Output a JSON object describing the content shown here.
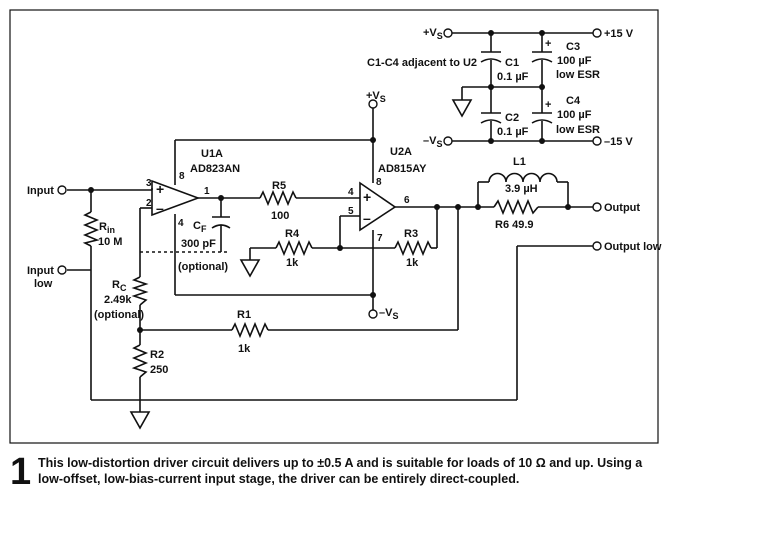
{
  "labels": {
    "input": "Input",
    "input_low_1": "Input",
    "input_low_2": "low",
    "rin_name": "R",
    "rin_sub": "in",
    "rin_value": "10 M",
    "u1_name": "U1A",
    "u1_part": "AD823AN",
    "u1_pin3": "3",
    "u1_pin2": "2",
    "u1_pin8": "8",
    "u1_pin4": "4",
    "u1_pin1": "1",
    "cf_name": "C",
    "cf_sub": "F",
    "cf_value": "300 pF",
    "cf_note": "(optional)",
    "r5_name": "R5",
    "r5_value": "100",
    "r4_name": "R4",
    "r4_value": "1k",
    "u2_name": "U2A",
    "u2_part": "AD815AY",
    "u2_pin4": "4",
    "u2_pin5": "5",
    "u2_pin8": "8",
    "u2_pin7": "7",
    "u2_pin6": "6",
    "r3_name": "R3",
    "r3_value": "1k",
    "vs_top": "+V",
    "vs_top_sub": "S",
    "vs_bottom": "–V",
    "vs_bottom_sub": "S",
    "rc_name": "R",
    "rc_sub": "C",
    "rc_value": "2.49k",
    "rc_note": "(optional)",
    "r1_name": "R1",
    "r1_value": "1k",
    "r2_name": "R2",
    "r2_value": "250",
    "l1_name": "L1",
    "l1_value": "3.9 µH",
    "r6_label": "R6  49.9",
    "output": "Output",
    "output_low": "Output low",
    "supply_pos": "+V",
    "supply_pos_sub": "S",
    "supply_neg": "–V",
    "supply_neg_sub": "S",
    "plus15": "+15 V",
    "minus15": "–15 V",
    "c_note": "C1-C4 adjacent to U2",
    "c1_name": "C1",
    "c1_value": "0.1 µF",
    "c2_name": "C2",
    "c2_value": "0.1 µF",
    "c3_name": "C3",
    "c3_value": "100 µF",
    "c3_note": "low ESR",
    "c4_name": "C4",
    "c4_value": "100 µF",
    "c4_note": "low ESR",
    "plus": "+",
    "minus": "–"
  },
  "caption": {
    "number": "1",
    "text": "This low-distortion driver circuit delivers up to ±0.5 A and is suitable for loads of 10 Ω and up. Using a low-offset, low-bias-current input stage, the driver can be entirely direct-coupled."
  }
}
